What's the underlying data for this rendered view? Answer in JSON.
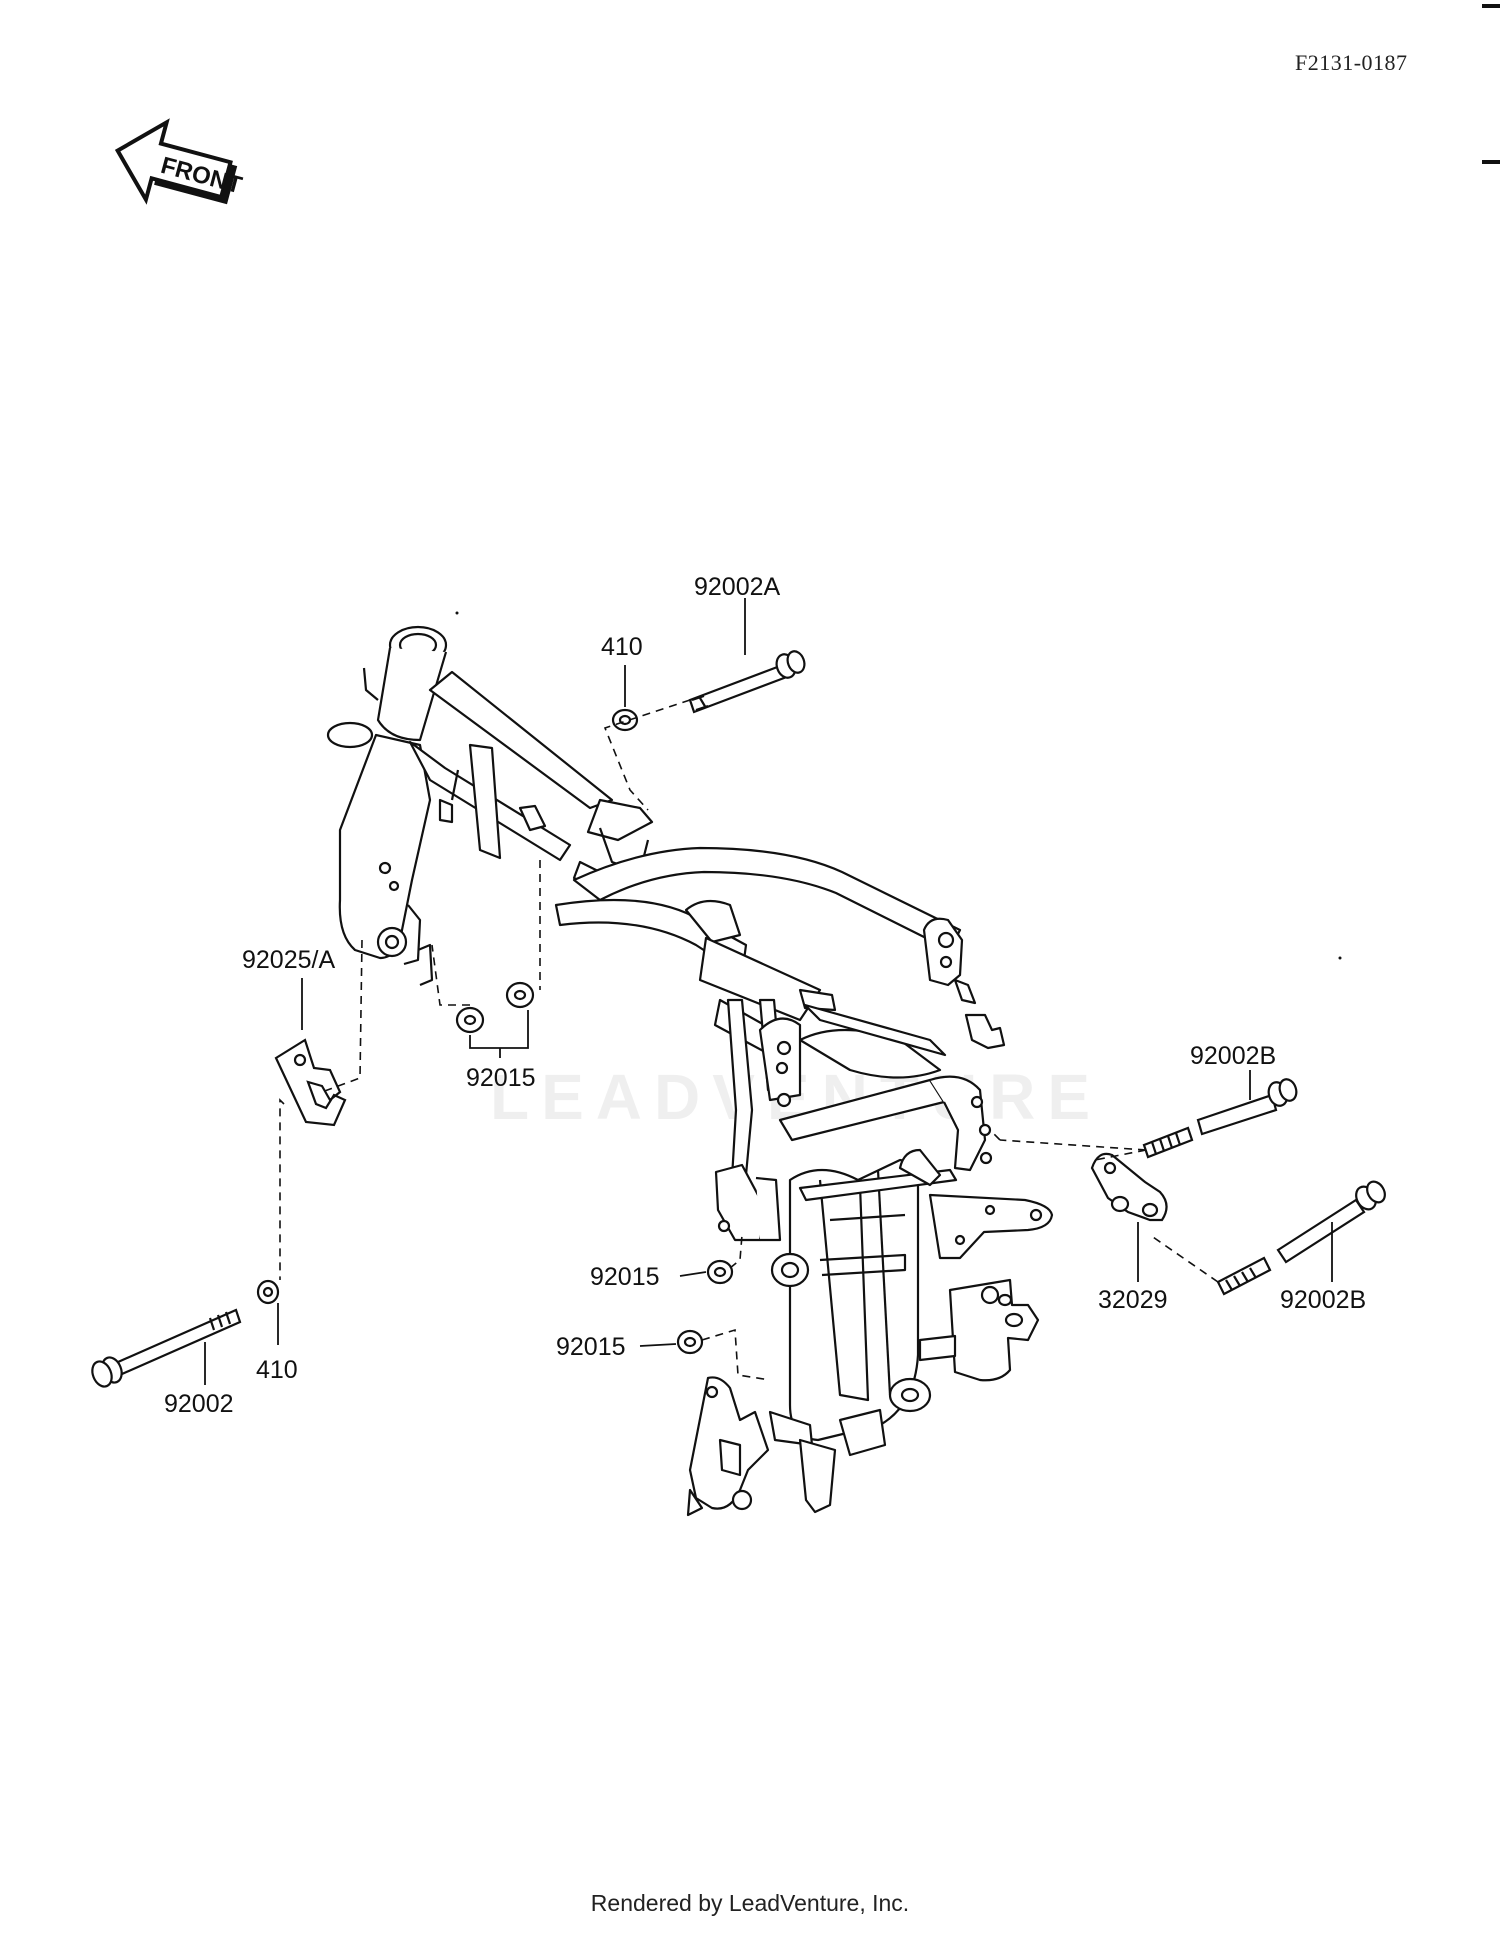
{
  "diagram": {
    "drawing_code": "F2131-0187",
    "direction_label": "FRONT",
    "watermark": "LEADVENTURE",
    "footer": "Rendered by LeadVenture, Inc.",
    "callouts": [
      {
        "id": "c1",
        "text": "92002A"
      },
      {
        "id": "c2",
        "text": "410"
      },
      {
        "id": "c3",
        "text": "92025/A"
      },
      {
        "id": "c4",
        "text": "92015"
      },
      {
        "id": "c5",
        "text": "92002B"
      },
      {
        "id": "c6",
        "text": "92015"
      },
      {
        "id": "c7",
        "text": "32029"
      },
      {
        "id": "c8",
        "text": "92002B"
      },
      {
        "id": "c9",
        "text": "92015"
      },
      {
        "id": "c10",
        "text": "92002"
      },
      {
        "id": "c11",
        "text": "410"
      }
    ]
  }
}
